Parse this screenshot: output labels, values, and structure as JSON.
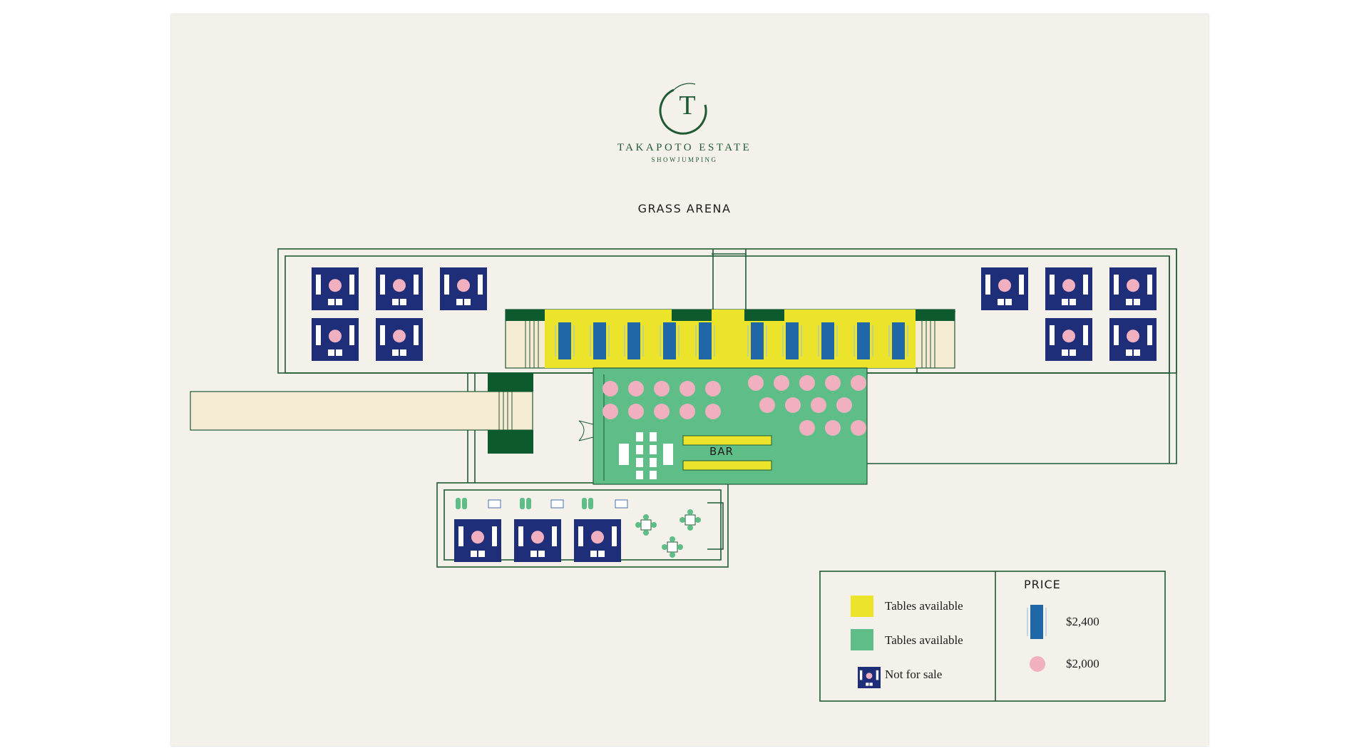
{
  "brand": {
    "logo_letter": "T",
    "name": "TAKAPOTO ESTATE",
    "subtitle": "SHOWJUMPING"
  },
  "map": {
    "title": "GRASS ARENA",
    "bar_label": "BAR"
  },
  "legend": {
    "items": [
      {
        "swatch": "yellow",
        "label": "Tables available"
      },
      {
        "swatch": "green",
        "label": "Tables available"
      },
      {
        "swatch": "navy-table",
        "label": "Not for sale"
      }
    ],
    "price_title": "PRICE",
    "prices": [
      {
        "icon": "blue-long-table",
        "label": "$2,400"
      },
      {
        "icon": "pink-round-table",
        "label": "$2,000"
      }
    ]
  },
  "colors": {
    "outline": "#1f5a34",
    "yellow_zone": "#ece42a",
    "green_zone": "#5fbe88",
    "navy_table": "#1e2e78",
    "blue_table": "#1f67a6",
    "pink_table": "#f1b0c0",
    "walkway": "#f5ead2",
    "dark_green_block": "#0c5a2d"
  }
}
